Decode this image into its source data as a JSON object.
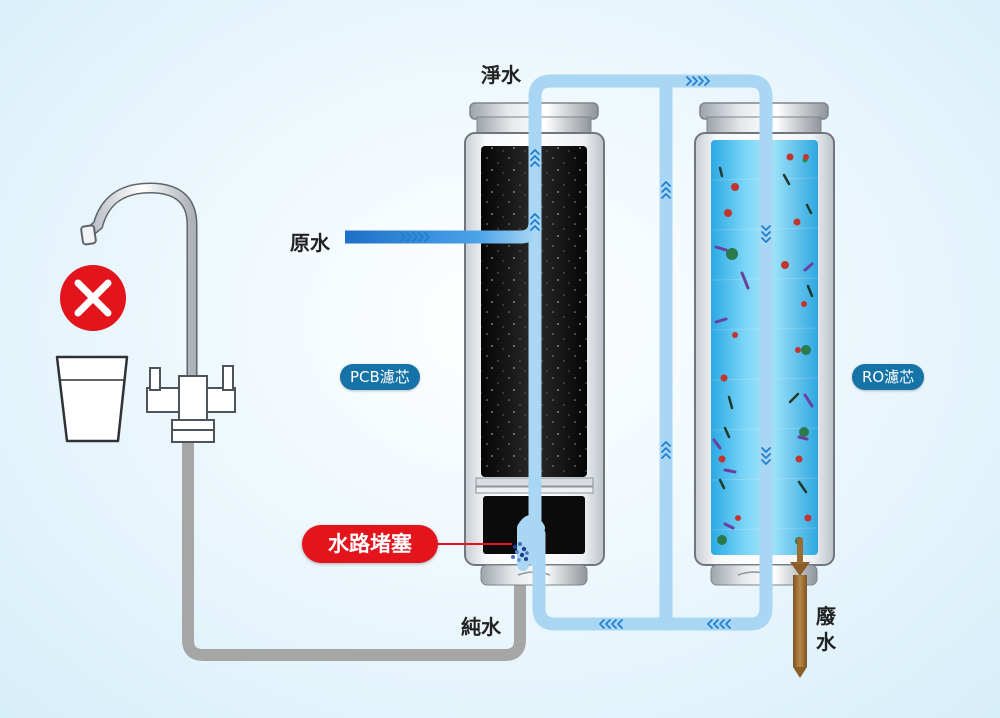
{
  "labels": {
    "clean_water": "淨水",
    "raw_water": "原水",
    "pcb_filter": "PCB濾芯",
    "ro_filter": "RO濾芯",
    "blockage": "水路堵塞",
    "pure_water": "純水",
    "waste_water": "廢水"
  },
  "colors": {
    "pipe_blue": "#a9d6f3",
    "flow_blue": "#1f7fd0",
    "pipe_gray": "#a6a6a6",
    "waste_brown": "#9a6c32",
    "alert_red": "#e3141b",
    "label_blue": "#1673a8"
  },
  "icons": {
    "error": "x-mark-icon",
    "faucet": "faucet-icon",
    "glass": "cup-icon"
  }
}
